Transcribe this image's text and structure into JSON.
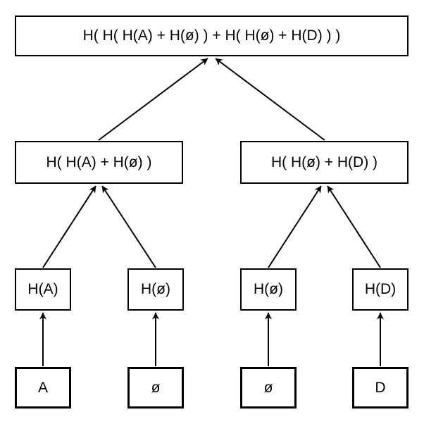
{
  "colors": {
    "line": "#000000",
    "background": "#ffffff",
    "box_border": "#000000",
    "text": "#000000"
  },
  "tree": {
    "root": {
      "label": "H( H( H(A) + H(ø) ) + H( H(ø) + H(D) ) )"
    },
    "internal_nodes": [
      {
        "label": "H( H(A) + H(ø) )"
      },
      {
        "label": "H( H(ø) + H(D) )"
      }
    ],
    "leaf_hash_nodes": [
      {
        "label": "H(A)"
      },
      {
        "label": "H(ø)"
      },
      {
        "label": "H(ø)"
      },
      {
        "label": "H(D)"
      }
    ],
    "data_blocks": [
      {
        "label": "A"
      },
      {
        "label": "ø"
      },
      {
        "label": "ø"
      },
      {
        "label": "D"
      }
    ]
  }
}
